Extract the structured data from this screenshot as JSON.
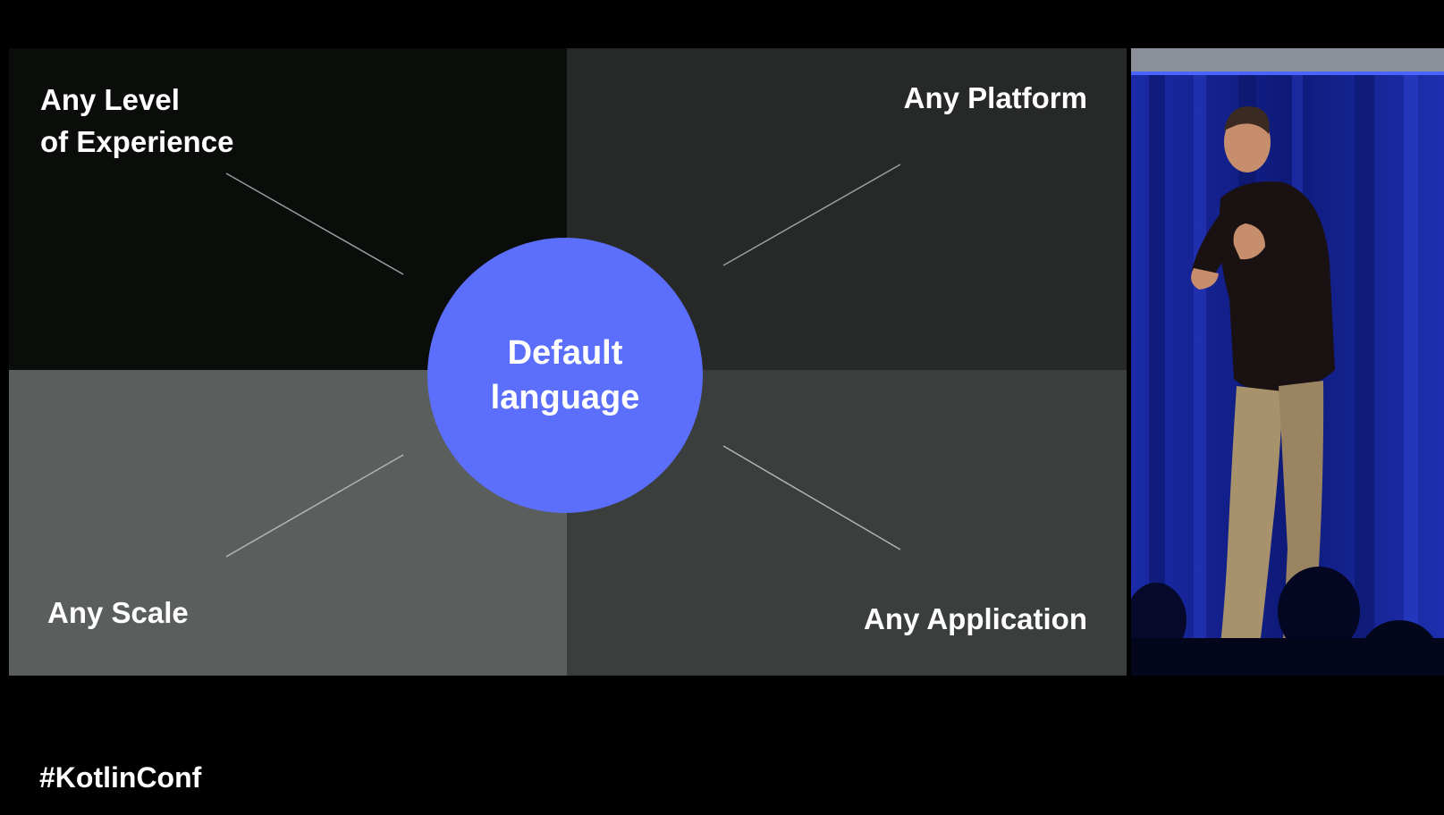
{
  "slide": {
    "quadrants": {
      "top_left": "Any Level of Experience",
      "top_left_line1": "Any Level",
      "top_left_line2": "of Experience",
      "top_right": "Any Platform",
      "bottom_left": "Any Scale",
      "bottom_right": "Any Application"
    },
    "center": {
      "line1": "Default",
      "line2": "language"
    }
  },
  "footer": {
    "hashtag": "#KotlinConf"
  },
  "colors": {
    "center_circle": "#5b6ffc",
    "quadrant_top_left": "#0b0d0b",
    "quadrant_top_right": "#262928",
    "quadrant_bottom_left": "#5a5e5c",
    "quadrant_bottom_right": "#3a3e3c",
    "stage_curtain": "#1e2fb0"
  },
  "video": {
    "subject": "speaker-on-stage"
  }
}
